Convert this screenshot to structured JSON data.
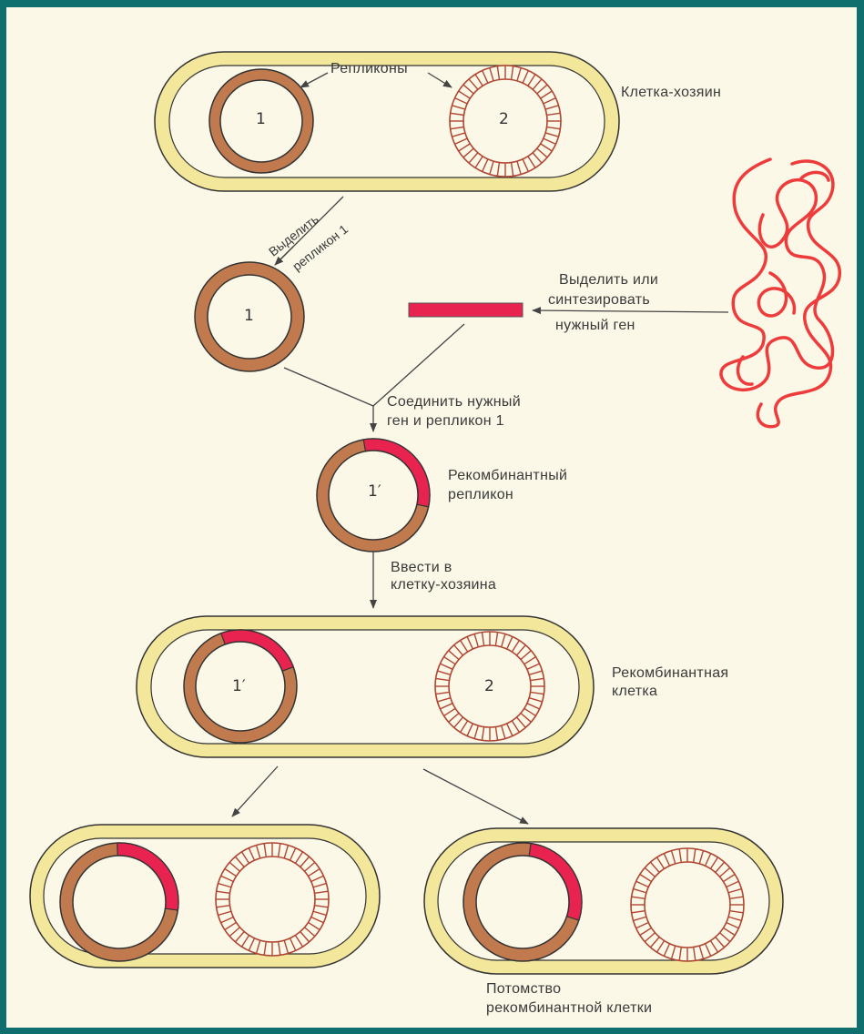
{
  "labels": {
    "replicons": "Репликоны",
    "host_cell": "Клетка-хозяин",
    "isolate_replicon_line1": "Выделить",
    "isolate_replicon_line2": "репликон 1",
    "isolate_gene_line1": "Выделить или",
    "isolate_gene_line2": "синтезировать",
    "isolate_gene_line3": "нужный ген",
    "join_line1": "Соединить нужный",
    "join_line2": "ген  и репликон 1",
    "recombinant_replicon_line1": "Рекомбинантный",
    "recombinant_replicon_line2": "репликон",
    "introduce_line1": "Ввести в",
    "introduce_line2": "клетку-хозяина",
    "recombinant_cell_line1": "Рекомбинантная",
    "recombinant_cell_line2": "клетка",
    "offspring_line1": "Потомство",
    "offspring_line2": "рекомбинантной  клетки"
  },
  "numbers": {
    "replicon1": "1",
    "replicon2": "2",
    "replicon1_isolated": "1",
    "recombinant": "1′",
    "recombinant_in_cell": "1′",
    "replicon2_in_cell": "2"
  },
  "colors": {
    "background": "#0f6f6f",
    "page": "#fbf8e8",
    "cell_wall": "#f3e79c",
    "replicon1": "#c17a4e",
    "replicon2": "#b04632",
    "gene": "#e8234f",
    "dna_coil": "#ee3b3b"
  }
}
